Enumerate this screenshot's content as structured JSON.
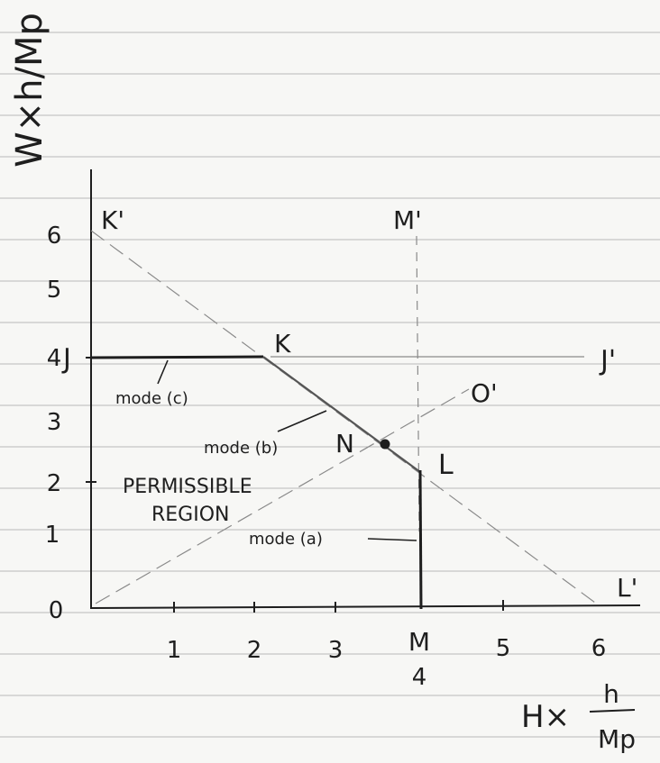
{
  "axes": {
    "y_label": "W×h/Mp",
    "x_label": {
      "main": "H×",
      "num": "h",
      "den": "Mp"
    },
    "y_ticks": [
      "0",
      "1",
      "2",
      "3",
      "4",
      "5",
      "6"
    ],
    "x_ticks": [
      "1",
      "2",
      "3",
      "5",
      "6"
    ]
  },
  "points": {
    "K_prime": "K'",
    "M_prime": "M'",
    "J": "J",
    "K": "K",
    "J_prime": "J'",
    "O_prime": "O'",
    "N": "N",
    "L": "L",
    "L_prime": "L'",
    "M": "M",
    "M_value": "4"
  },
  "annotations": {
    "mode_c": "mode (c)",
    "mode_b": "mode (b)",
    "mode_a": "mode (a)",
    "region_line1": "PERMISSIBLE",
    "region_line2": "REGION"
  },
  "colors": {
    "ink": "#1e1e1e",
    "pencil": "#8a8a8a",
    "paper": "#f7f7f5",
    "rule": "#b9b9b9"
  }
}
